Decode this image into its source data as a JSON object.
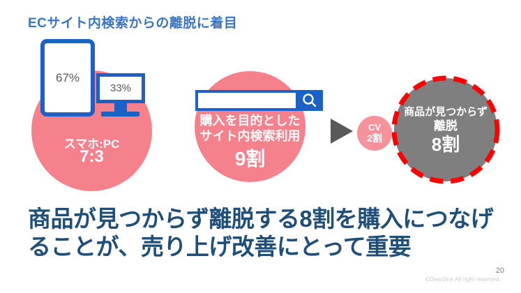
{
  "page": {
    "title": "ECサイト内検索からの離脱に着目",
    "page_number": "20",
    "copyright": "©DearOne  All right reserved."
  },
  "device_stats": {
    "smartphone_pct": "67%",
    "pc_pct": "33%",
    "label": "スマホ:PC",
    "ratio": "7:3"
  },
  "search_usage": {
    "line1": "購入を目的とした",
    "line2": "サイト内検索利用",
    "value": "9割"
  },
  "cv": {
    "label": "CV",
    "value": "2割"
  },
  "exit": {
    "line1": "商品が見つからず",
    "line2": "離脱",
    "value": "8割"
  },
  "message": {
    "line1": "商品が見つからず離脱する8割を購入につなげ",
    "line2": "ることが、売り上げ改善にとって重要"
  },
  "colors": {
    "title_blue": "#3A75C4",
    "pink": "#F4818B",
    "cv_pink": "#F6929C",
    "icon_blue": "#1B61C6",
    "gray_circle": "#7F7F7F",
    "dash_red": "#FF0000",
    "arrow_gray": "#595959",
    "message_navy": "#1F4E79",
    "pct_text_gray": "#595959"
  }
}
